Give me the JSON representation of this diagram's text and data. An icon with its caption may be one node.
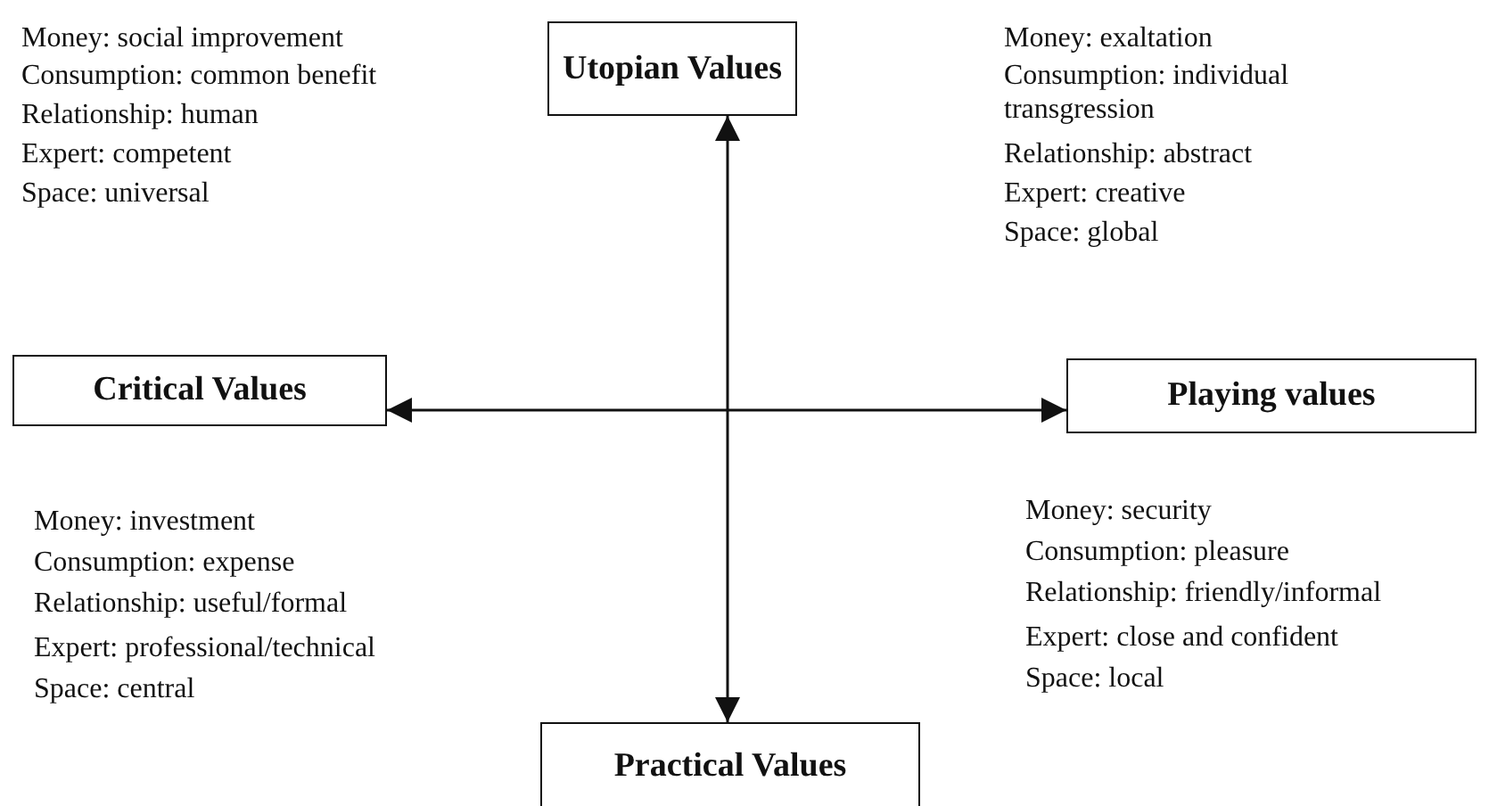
{
  "diagram": {
    "nodes": [
      {
        "text": [
          "Utopian Values"
        ]
      },
      {
        "text": [
          "Critical Values"
        ]
      },
      {
        "text": [
          "Playing values"
        ]
      },
      {
        "text": [
          "Practical Values"
        ]
      }
    ],
    "edges": [
      {
        "from": 0,
        "to": 3,
        "arrow": "both"
      },
      {
        "from": 1,
        "to": 2,
        "arrow": "both"
      }
    ],
    "labels": [
      "Money: social improvement",
      "Consumption: common benefit",
      "Relationship: human",
      "Expert: competent",
      "Space: universal",
      "Money: exaltation",
      "Consumption: individual transgression",
      "Relationship: abstract",
      "Expert: creative",
      "Space: global",
      "Money: investment",
      "Consumption: expense",
      "Relationship: useful/formal",
      "Expert: professional/technical",
      "Space: central",
      "Money: security",
      "Consumption: pleasure",
      "Relationship: friendly/informal",
      "Expert: close and confident",
      "Space: local"
    ]
  }
}
